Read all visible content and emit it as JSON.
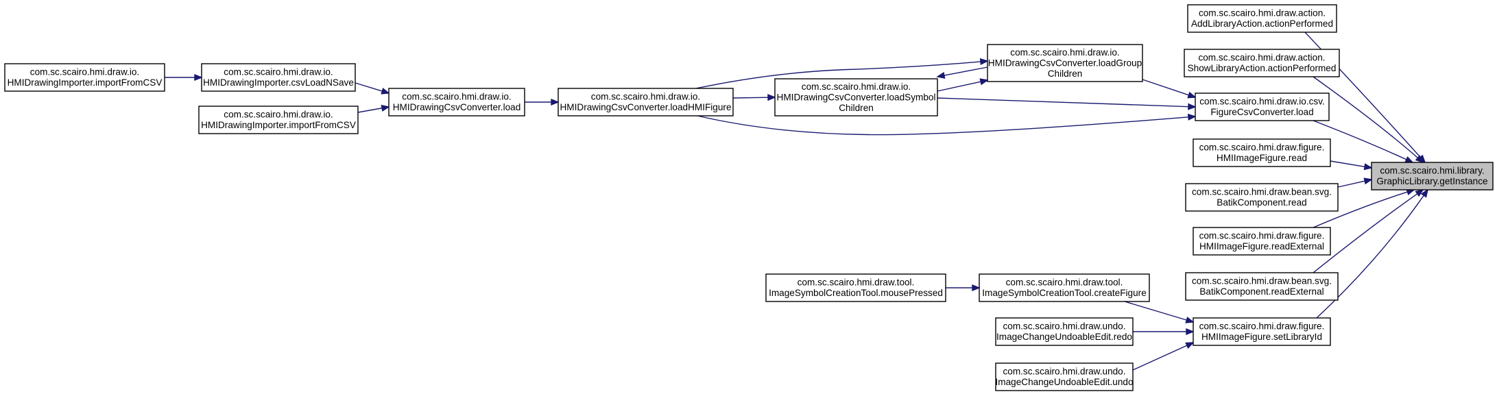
{
  "nodes": [
    {
      "id": "n_gl",
      "lines": [
        "com.sc.scairo.hmi.library.",
        "GraphicLibrary.getInstance"
      ],
      "highlighted": true
    },
    {
      "id": "n_addlib",
      "lines": [
        "com.sc.scairo.hmi.draw.action.",
        "AddLibraryAction.actionPerformed"
      ]
    },
    {
      "id": "n_showlib",
      "lines": [
        "com.sc.scairo.hmi.draw.action.",
        "ShowLibraryAction.actionPerformed"
      ]
    },
    {
      "id": "n_fcc",
      "lines": [
        "com.sc.scairo.hmi.draw.io.csv.",
        "FigureCsvConverter.load"
      ]
    },
    {
      "id": "n_hif_read",
      "lines": [
        "com.sc.scairo.hmi.draw.figure.",
        "HMIImageFigure.read"
      ]
    },
    {
      "id": "n_batik_read",
      "lines": [
        "com.sc.scairo.hmi.draw.bean.svg.",
        "BatikComponent.read"
      ]
    },
    {
      "id": "n_hif_readext",
      "lines": [
        "com.sc.scairo.hmi.draw.figure.",
        "HMIImageFigure.readExternal"
      ]
    },
    {
      "id": "n_batik_readext",
      "lines": [
        "com.sc.scairo.hmi.draw.bean.svg.",
        "BatikComponent.readExternal"
      ]
    },
    {
      "id": "n_setlib",
      "lines": [
        "com.sc.scairo.hmi.draw.figure.",
        "HMIImageFigure.setLibraryId"
      ]
    },
    {
      "id": "n_loadgroup",
      "lines": [
        "com.sc.scairo.hmi.draw.io.",
        "HMIDrawingCsvConverter.loadGroup",
        "Children"
      ]
    },
    {
      "id": "n_loadsymbol",
      "lines": [
        "com.sc.scairo.hmi.draw.io.",
        "HMIDrawingCsvConverter.loadSymbol",
        "Children"
      ]
    },
    {
      "id": "n_loadhmi",
      "lines": [
        "com.sc.scairo.hmi.draw.io.",
        "HMIDrawingCsvConverter.loadHMIFigure"
      ]
    },
    {
      "id": "n_load",
      "lines": [
        "com.sc.scairo.hmi.draw.io.",
        "HMIDrawingCsvConverter.load"
      ]
    },
    {
      "id": "n_csvload",
      "lines": [
        "com.sc.scairo.hmi.draw.io.",
        "HMIDrawingImporter.csvLoadNSave"
      ]
    },
    {
      "id": "n_import1",
      "lines": [
        "com.sc.scairo.hmi.draw.io.",
        "HMIDrawingImporter.importFromCSV"
      ]
    },
    {
      "id": "n_import2",
      "lines": [
        "com.sc.scairo.hmi.draw.io.",
        "HMIDrawingImporter.importFromCSV"
      ]
    },
    {
      "id": "n_createfig",
      "lines": [
        "com.sc.scairo.hmi.draw.tool.",
        "ImageSymbolCreationTool.createFigure"
      ]
    },
    {
      "id": "n_mousepressed",
      "lines": [
        "com.sc.scairo.hmi.draw.tool.",
        "ImageSymbolCreationTool.mousePressed"
      ]
    },
    {
      "id": "n_redo",
      "lines": [
        "com.sc.scairo.hmi.draw.undo.",
        "ImageChangeUndoableEdit.redo"
      ]
    },
    {
      "id": "n_undo",
      "lines": [
        "com.sc.scairo.hmi.draw.undo.",
        "ImageChangeUndoableEdit.undo"
      ]
    }
  ],
  "edges": [
    {
      "from": "n_addlib",
      "to": "n_gl"
    },
    {
      "from": "n_showlib",
      "to": "n_gl"
    },
    {
      "from": "n_fcc",
      "to": "n_gl"
    },
    {
      "from": "n_hif_read",
      "to": "n_gl"
    },
    {
      "from": "n_batik_read",
      "to": "n_gl"
    },
    {
      "from": "n_hif_readext",
      "to": "n_gl"
    },
    {
      "from": "n_batik_readext",
      "to": "n_gl"
    },
    {
      "from": "n_setlib",
      "to": "n_gl"
    },
    {
      "from": "n_loadgroup",
      "to": "n_fcc"
    },
    {
      "from": "n_loadsymbol",
      "to": "n_fcc"
    },
    {
      "from": "n_loadhmi",
      "to": "n_fcc"
    },
    {
      "from": "n_loadgroup",
      "to": "n_loadsymbol"
    },
    {
      "from": "n_loadsymbol",
      "to": "n_loadgroup"
    },
    {
      "from": "n_loadhmi",
      "to": "n_loadgroup"
    },
    {
      "from": "n_loadhmi",
      "to": "n_loadsymbol"
    },
    {
      "from": "n_load",
      "to": "n_loadhmi"
    },
    {
      "from": "n_csvload",
      "to": "n_load"
    },
    {
      "from": "n_import2",
      "to": "n_load"
    },
    {
      "from": "n_import1",
      "to": "n_csvload"
    },
    {
      "from": "n_createfig",
      "to": "n_setlib"
    },
    {
      "from": "n_redo",
      "to": "n_setlib"
    },
    {
      "from": "n_undo",
      "to": "n_setlib"
    },
    {
      "from": "n_mousepressed",
      "to": "n_createfig"
    }
  ]
}
